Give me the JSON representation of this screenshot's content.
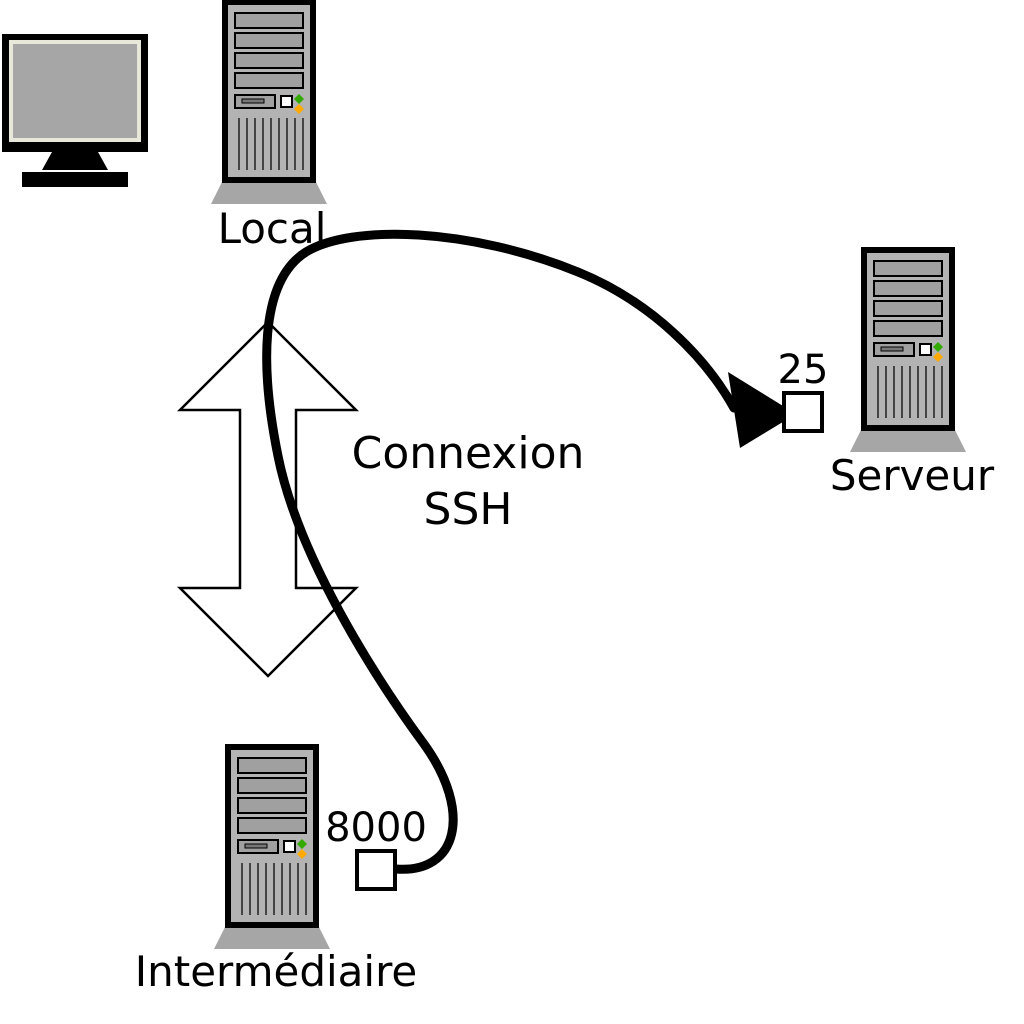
{
  "nodes": {
    "local": {
      "label": "Local",
      "icon": "tower-computer-icon"
    },
    "serveur": {
      "label": "Serveur",
      "icon": "tower-computer-icon",
      "port": "25"
    },
    "intermediaire": {
      "label": "Intermédiaire",
      "icon": "tower-computer-icon",
      "port": "8000"
    }
  },
  "connection": {
    "line1": "Connexion",
    "line2": "SSH"
  },
  "icons": {
    "workstation": "monitor-icon",
    "tunnel": "ssh-tunnel-arrow",
    "double_arrow": "double-headed-arrow"
  },
  "colors": {
    "background": "#ffffff",
    "case_fill": "#b3b3b3",
    "bay_fill": "#a0a0a0",
    "base_fill": "#a6a6a6",
    "screen_fill": "#a6a6a6",
    "screen_edge": "#e8e8da",
    "led_green": "#33aa00",
    "led_amber": "#ffaa00",
    "line": "#000000",
    "arrow_fill": "#ffffff",
    "vent_line": "#444444"
  }
}
